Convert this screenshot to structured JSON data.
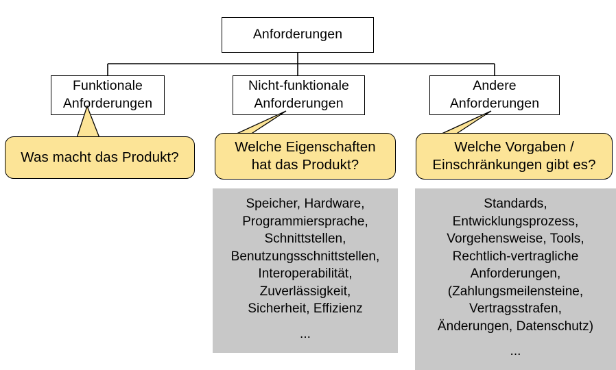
{
  "diagram": {
    "title": "Anforderungen",
    "colors": {
      "callout_fill": "#FCE497",
      "panel_fill": "#C8C8C8",
      "node_fill": "#FFFFFF",
      "stroke": "#000000"
    },
    "root": {
      "label": "Anforderungen"
    },
    "branches": [
      {
        "id": "funktionale",
        "title_lines": [
          "Funktionale",
          "Anforderungen"
        ],
        "callout_lines": [
          "Was macht das Produkt?"
        ],
        "details": []
      },
      {
        "id": "nicht-funktionale",
        "title_lines": [
          "Nicht-funktionale",
          "Anforderungen"
        ],
        "callout_lines": [
          "Welche Eigenschaften",
          "hat das Produkt?"
        ],
        "details": [
          "Speicher, Hardware,",
          "Programmiersprache,",
          "Schnittstellen,",
          "Benutzungsschnittstellen,",
          "Interoperabilität,",
          "Zuverlässigkeit,",
          "Sicherheit, Effizienz",
          "",
          "..."
        ]
      },
      {
        "id": "andere",
        "title_lines": [
          "Andere",
          "Anforderungen"
        ],
        "callout_lines": [
          "Welche Vorgaben /",
          "Einschränkungen gibt es?"
        ],
        "details": [
          "Standards,",
          "Entwicklungsprozess,",
          "Vorgehensweise, Tools,",
          "Rechtlich-vertragliche",
          "Anforderungen,",
          "(Zahlungsmeilensteine,",
          "Vertragsstrafen,",
          "Änderungen, Datenschutz)",
          "",
          "..."
        ]
      }
    ]
  }
}
